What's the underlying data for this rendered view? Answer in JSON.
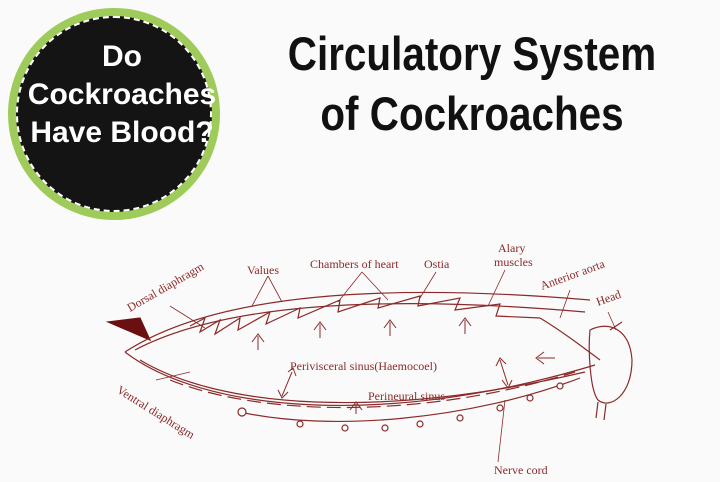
{
  "badge": {
    "line1": "Do",
    "line2": "Cockroaches",
    "line3": "Have Blood?"
  },
  "title": {
    "line1": "Circulatory System",
    "line2": "of Cockroaches"
  },
  "labels": {
    "dorsal_diaphragm": "Dorsal diaphragm",
    "values": "Values",
    "chambers_of_heart": "Chambers of heart",
    "ostia": "Ostia",
    "alary_muscles_1": "Alary",
    "alary_muscles_2": "muscles",
    "anterior_aorta": "Anterior aorta",
    "head": "Head",
    "perivisceral_sinus": "Perivisceral sinus(Haemocoel)",
    "perineural_sinus": "Perineural sinus",
    "ventral_diaphragm": "Ventral diaphragm",
    "nerve_cord": "Nerve cord"
  },
  "colors": {
    "badge_ring": "#9fcb5b",
    "badge_fill": "#141414",
    "diagram_ink": "#8b2a2a",
    "tail": "#6b1010"
  }
}
